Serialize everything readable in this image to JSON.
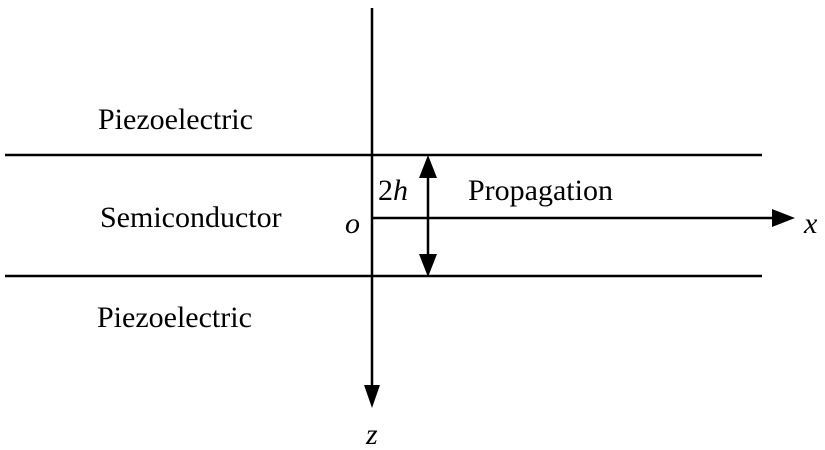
{
  "layers": {
    "top": "Piezoelectric",
    "middle": "Semiconductor",
    "bottom": "Piezoelectric"
  },
  "labels": {
    "thickness": "2h",
    "thickness_coef": "2",
    "thickness_var": "h",
    "propagation": "Propagation",
    "origin": "o",
    "x_axis": "x",
    "z_axis": "z"
  }
}
